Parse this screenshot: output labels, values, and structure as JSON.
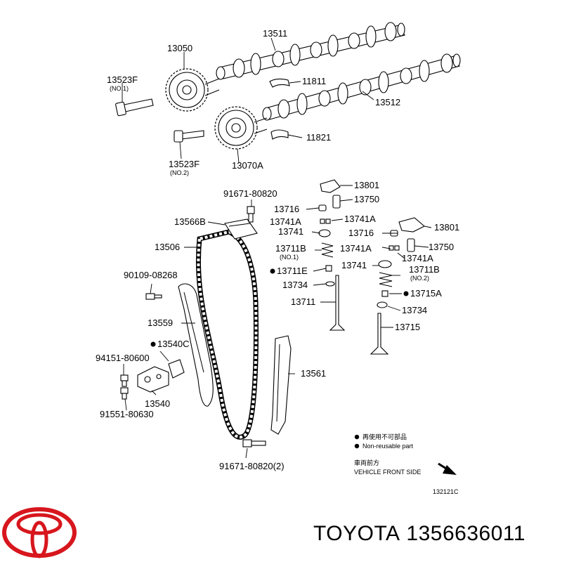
{
  "labels": {
    "l13511": "13511",
    "l13050": "13050",
    "l13523f1": "13523F",
    "l13523f1_sub": "(NO.1)",
    "l11811": "11811",
    "l13512": "13512",
    "l11821": "11821",
    "l13523f2": "13523F",
    "l13523f2_sub": "(NO.2)",
    "l13070a": "13070A",
    "l91671a": "91671-80820",
    "l13801a": "13801",
    "l13750a": "13750",
    "l13716a": "13716",
    "l13566b": "13566B",
    "l13741a_1": "13741A",
    "l13741a_2": "13741A",
    "l13741": "13741",
    "l13801b": "13801",
    "l13716b": "13716",
    "l13506": "13506",
    "l13711b1": "13711B",
    "l13711b1_sub": "(NO.1)",
    "l13741a_3": "13741A",
    "l13750b": "13750",
    "l13741a_4": "13741A",
    "l13711e": "13711E",
    "l13741b": "13741",
    "l13711b2": "13711B",
    "l13711b2_sub": "(NO.2)",
    "l90109": "90109-08268",
    "l13734a": "13734",
    "l13715a": "13715A",
    "l13711": "13711",
    "l13734b": "13734",
    "l13559": "13559",
    "l13715": "13715",
    "l13540c": "13540C",
    "l94151": "94151-80600",
    "l13561": "13561",
    "l13540": "13540",
    "l91551": "91551-80630",
    "l91671b": "91671-80820(2)"
  },
  "legend": {
    "reuse_jp": "再使用不可部品",
    "reuse_en": "Non-reusable part",
    "front_jp": "車両前方",
    "front_en": "VEHICLE FRONT SIDE",
    "diagram_code": "132121C"
  },
  "footer": {
    "brand": "TOYOTA",
    "part_number": "1356636011"
  },
  "colors": {
    "logo": "#d7161d",
    "ink": "#000000"
  },
  "icons": {
    "non_reusable_marker": "black-dot",
    "front_direction": "arrow-down-right"
  }
}
